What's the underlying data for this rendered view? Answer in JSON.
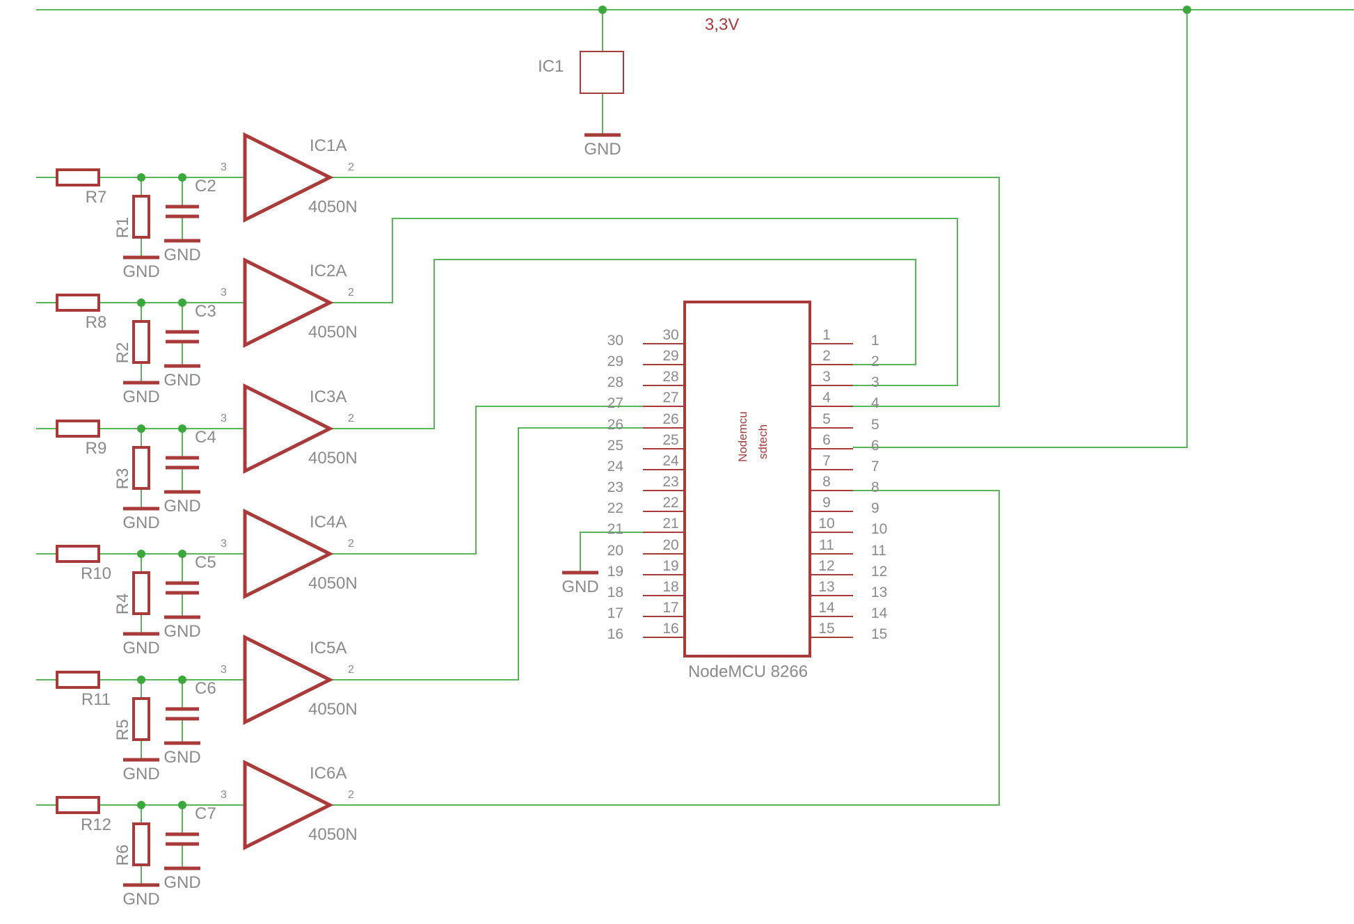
{
  "supply": {
    "net_label": "3,3V"
  },
  "regulator": {
    "name": "IC1",
    "gnd": "GND"
  },
  "mcu": {
    "name": "NodeMCU 8266",
    "body_line1": "Nodemcu",
    "body_line2": "sdtech",
    "gnd_label": "GND"
  },
  "channels": [
    {
      "resistor_series": "R7",
      "resistor_shunt": "R1",
      "capacitor": "C2",
      "buffer": "IC1A",
      "buffer_part": "4050N",
      "pin_in": "3",
      "pin_out": "2",
      "gnd_r": "GND",
      "gnd_c": "GND"
    },
    {
      "resistor_series": "R8",
      "resistor_shunt": "R2",
      "capacitor": "C3",
      "buffer": "IC2A",
      "buffer_part": "4050N",
      "pin_in": "3",
      "pin_out": "2",
      "gnd_r": "GND",
      "gnd_c": "GND"
    },
    {
      "resistor_series": "R9",
      "resistor_shunt": "R3",
      "capacitor": "C4",
      "buffer": "IC3A",
      "buffer_part": "4050N",
      "pin_in": "3",
      "pin_out": "2",
      "gnd_r": "GND",
      "gnd_c": "GND"
    },
    {
      "resistor_series": "R10",
      "resistor_shunt": "R4",
      "capacitor": "C5",
      "buffer": "IC4A",
      "buffer_part": "4050N",
      "pin_in": "3",
      "pin_out": "2",
      "gnd_r": "GND",
      "gnd_c": "GND"
    },
    {
      "resistor_series": "R11",
      "resistor_shunt": "R5",
      "capacitor": "C6",
      "buffer": "IC5A",
      "buffer_part": "4050N",
      "pin_in": "3",
      "pin_out": "2",
      "gnd_r": "GND",
      "gnd_c": "GND"
    },
    {
      "resistor_series": "R12",
      "resistor_shunt": "R6",
      "capacitor": "C7",
      "buffer": "IC6A",
      "buffer_part": "4050N",
      "pin_in": "3",
      "pin_out": "2",
      "gnd_r": "GND",
      "gnd_c": "GND"
    }
  ],
  "mcu_left_pins": [
    "30",
    "29",
    "28",
    "27",
    "26",
    "25",
    "24",
    "23",
    "22",
    "21",
    "20",
    "19",
    "18",
    "17",
    "16"
  ],
  "mcu_right_pins": [
    "1",
    "2",
    "3",
    "4",
    "5",
    "6",
    "7",
    "8",
    "9",
    "10",
    "11",
    "12",
    "13",
    "14",
    "15"
  ],
  "colors": {
    "component": "#a83a3a",
    "wire": "#58b658",
    "junction": "#3aa83a",
    "label": "#8a8a8a"
  }
}
